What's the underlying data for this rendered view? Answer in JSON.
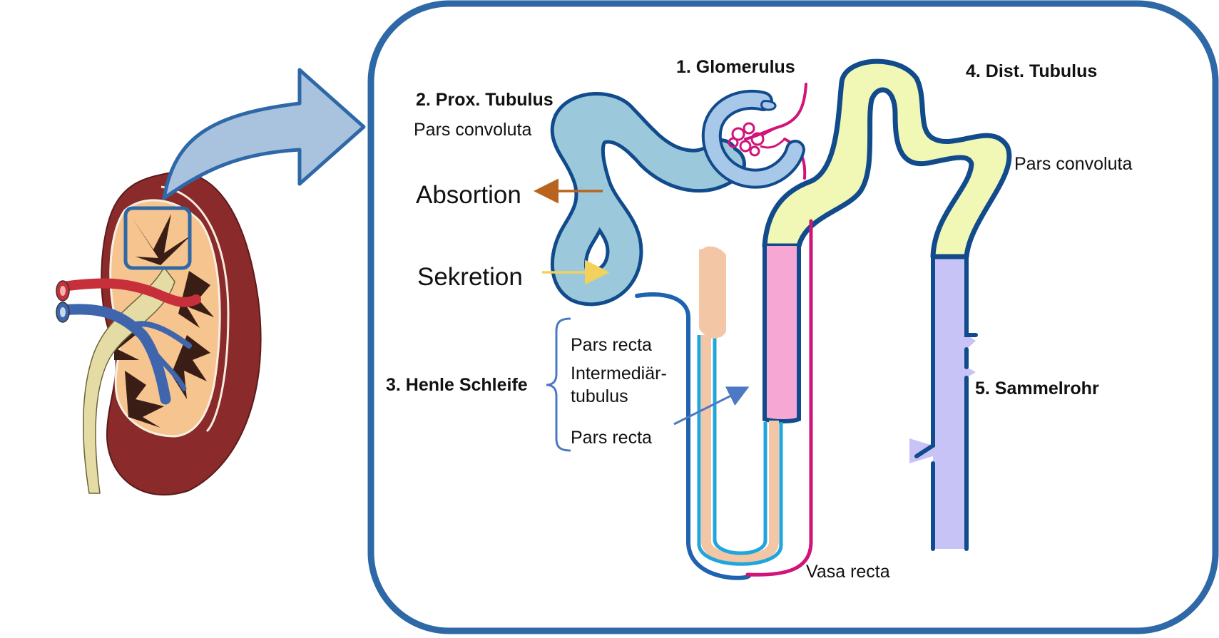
{
  "labels": {
    "glomerulus": "1. Glomerulus",
    "prox_tubulus": "2. Prox. Tubulus",
    "prox_pars_convoluta": "Pars convoluta",
    "absortion": "Absortion",
    "sekretion": "Sekretion",
    "henle_schleife": "3. Henle Schleife",
    "henle_pars_recta_upper": "Pars recta",
    "henle_intermediaer_1": "Intermediär-",
    "henle_intermediaer_2": "tubulus",
    "henle_pars_recta_lower": "Pars recta",
    "dist_tubulus": "4. Dist. Tubulus",
    "dist_pars_convoluta": "Pars convoluta",
    "sammelrohr": "5. Sammelrohr",
    "vasa_recta": "Vasa recta"
  },
  "colors": {
    "frame": "#2e68a6",
    "proximal_tubule": "#9cc8db",
    "glomerulus_capsule": "#a8c8ea",
    "capillary": "#d0147a",
    "loop_descending": "#f3c6a5",
    "loop_thin": "#20a6dc",
    "thick_ascending": "#f6a7d3",
    "distal_tubule": "#f1f7b5",
    "collecting_duct": "#c7c3f6",
    "outline": "#114b8c",
    "absortion_arrow": "#b8641f",
    "sekretion_arrow": "#f2d15d",
    "kidney_cortex": "#8a2a2a",
    "kidney_medulla": "#f6c48f",
    "ureter": "#e5dca5"
  }
}
